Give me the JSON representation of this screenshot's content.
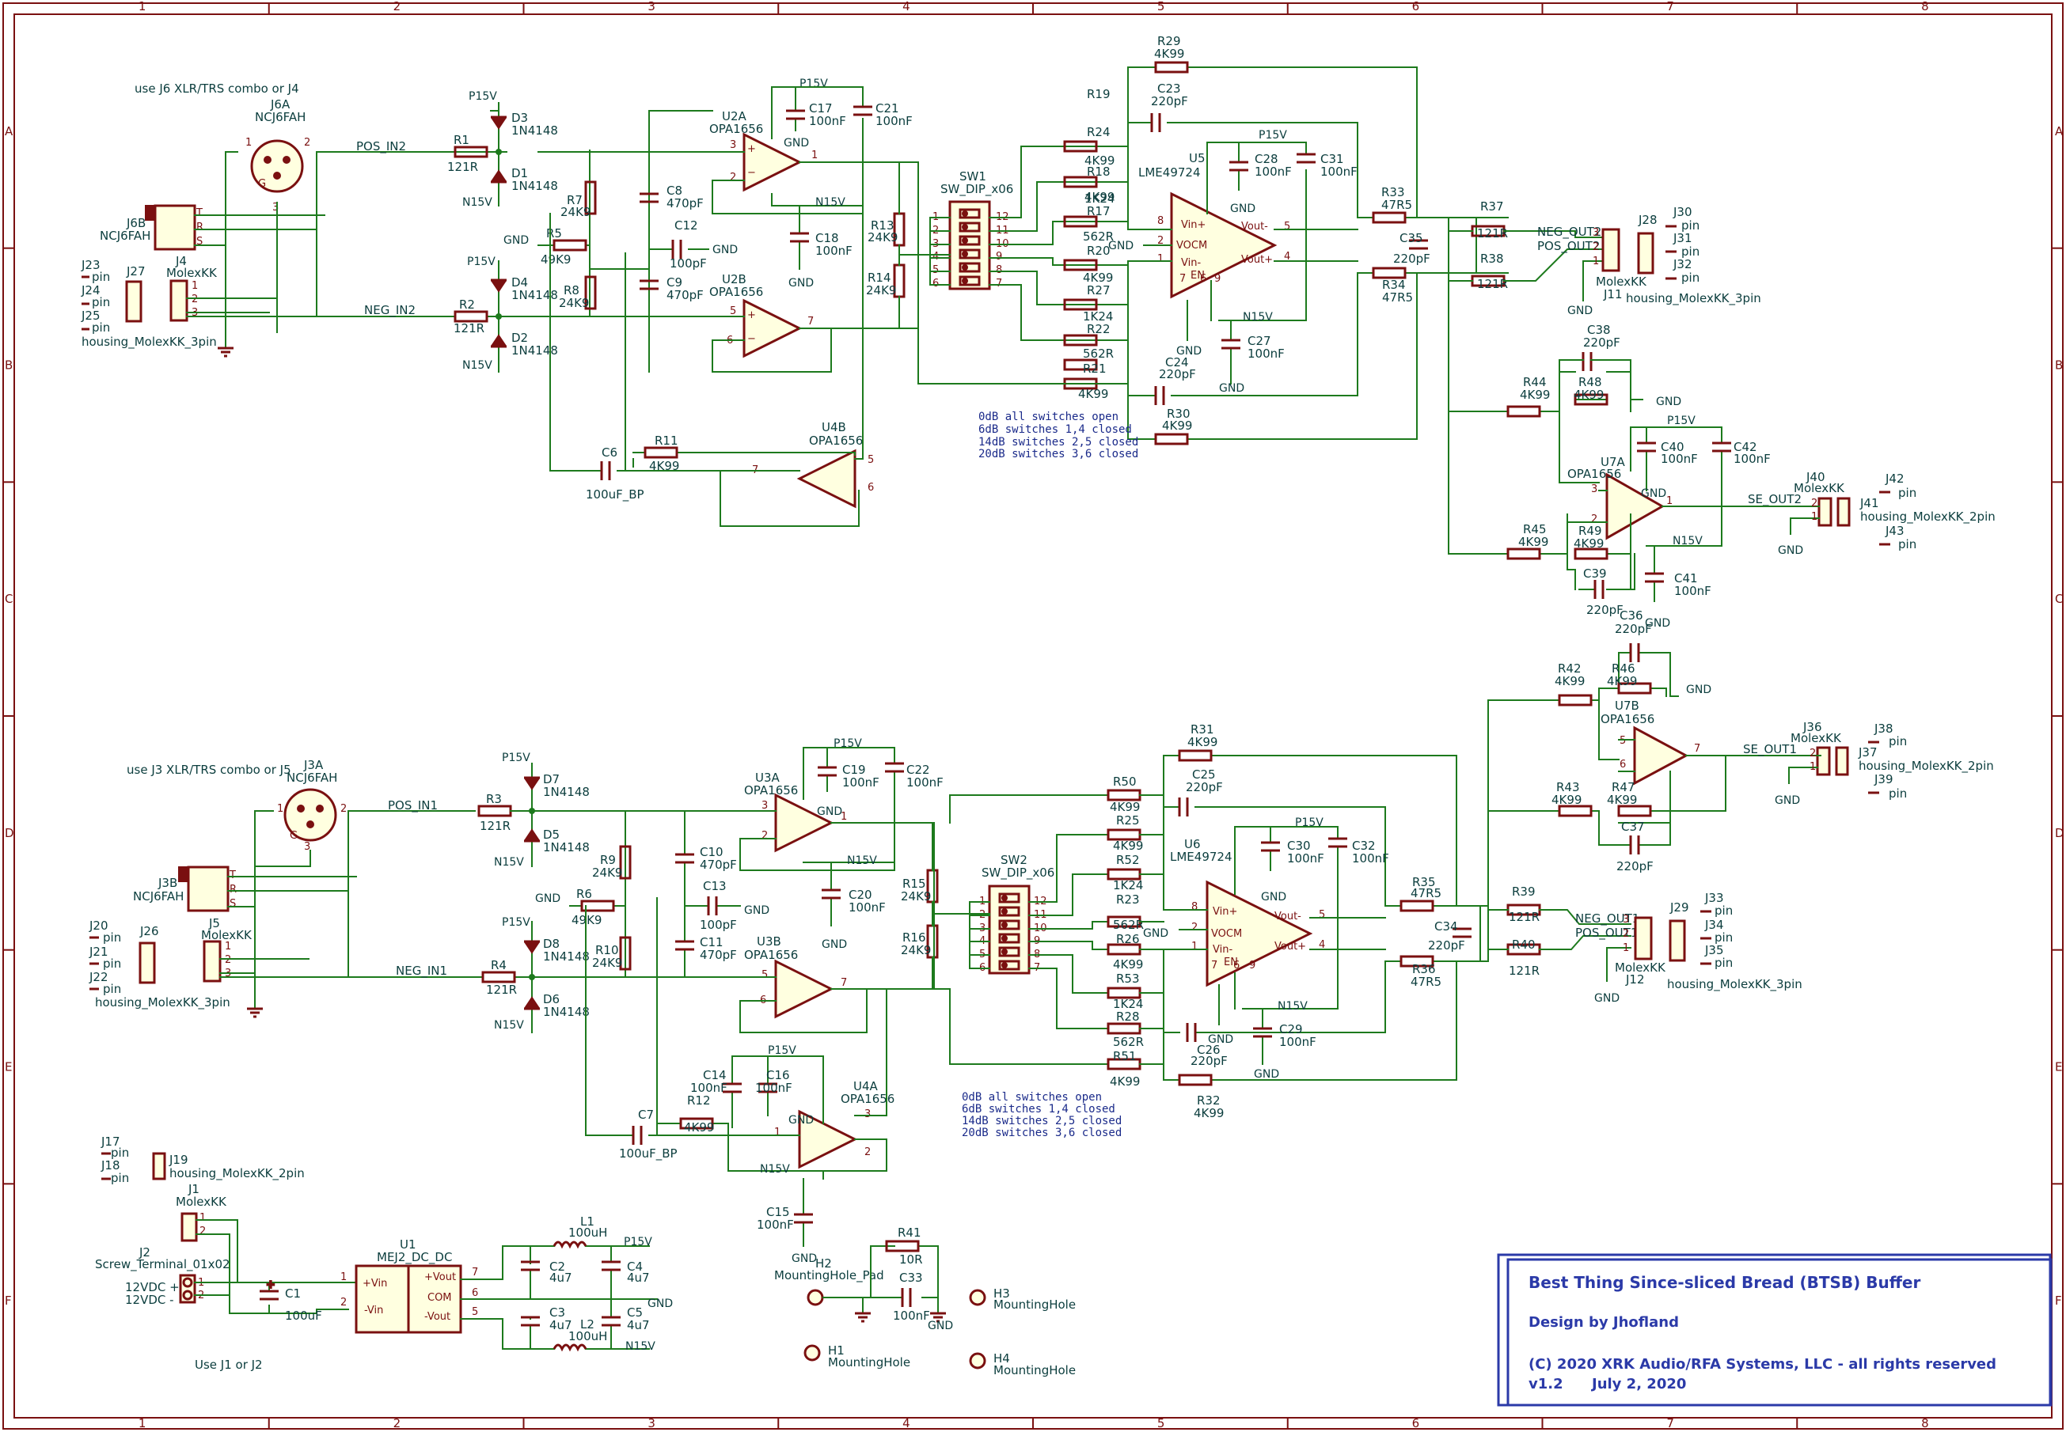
{
  "frame": {
    "col_labels": [
      "1",
      "2",
      "3",
      "4",
      "5",
      "6",
      "7",
      "8"
    ],
    "row_labels": [
      "A",
      "B",
      "C",
      "D",
      "E",
      "F"
    ]
  },
  "title_block": {
    "title": "Best Thing Since-sliced Bread (BTSB) Buffer",
    "design": "Design by Jhofland",
    "copyright": "(C) 2020 XRK Audio/RFA Systems, LLC - all rights reserved",
    "version": "v1.2",
    "date": "July 2, 2020"
  },
  "notes": {
    "ch_top": "use J6 XLR/TRS combo or J4",
    "ch_bottom": "use J3 XLR/TRS combo or J5",
    "power": "Use J1 or J2",
    "gain_table_top": [
      "0dB    all switches open",
      "6dB    switches 1,4 closed",
      "14dB  switches 2,5 closed",
      "20dB  switches 3,6 closed"
    ],
    "gain_table_bottom": [
      "0dB    all switches open",
      "6dB    switches 1,4 closed",
      "14dB  switches 2,5 closed",
      "20dB  switches 3,6 closed"
    ]
  },
  "nets": {
    "pos_in2": "POS_IN2",
    "neg_in2": "NEG_IN2",
    "pos_in1": "POS_IN1",
    "neg_in1": "NEG_IN1",
    "neg_out2": "NEG_OUT2",
    "pos_out2": "POS_OUT2",
    "neg_out1": "NEG_OUT1",
    "pos_out1": "POS_OUT1",
    "se_out2": "SE_OUT2",
    "se_out1": "SE_OUT1",
    "p15": "P15V",
    "n15": "N15V",
    "gnd": "GND",
    "vin_pos": "12VDC +",
    "vin_neg": "12VDC -"
  },
  "parts": {
    "J6A": [
      "J6A",
      "NCJ6FAH"
    ],
    "J6B": [
      "J6B",
      "NCJ6FAH"
    ],
    "J4": [
      "J4",
      "MolexKK"
    ],
    "J3A": [
      "J3A",
      "NCJ6FAH"
    ],
    "J3B": [
      "J3B",
      "NCJ6FAH"
    ],
    "J5": [
      "J5",
      "MolexKK"
    ],
    "J27": [
      "J27",
      "housing_MolexKK_3pin"
    ],
    "J26": [
      "J26",
      "housing_MolexKK_3pin"
    ],
    "J23": [
      "J23",
      "pin"
    ],
    "J24": [
      "J24",
      "pin"
    ],
    "J25": [
      "J25",
      "pin"
    ],
    "J20": [
      "J20",
      "pin"
    ],
    "J21": [
      "J21",
      "pin"
    ],
    "J22": [
      "J22",
      "pin"
    ],
    "R1": [
      "R1",
      "121R"
    ],
    "R2": [
      "R2",
      "121R"
    ],
    "R3": [
      "R3",
      "121R"
    ],
    "R4": [
      "R4",
      "121R"
    ],
    "R5": [
      "R5",
      "49K9"
    ],
    "R6": [
      "R6",
      "49K9"
    ],
    "R7": [
      "R7",
      "24K9"
    ],
    "R8": [
      "R8",
      "24K9"
    ],
    "R9": [
      "R9",
      "24K9"
    ],
    "R10": [
      "R10",
      "24K9"
    ],
    "R11": [
      "R11",
      "4K99"
    ],
    "R12": [
      "R12",
      "4K99"
    ],
    "R13": [
      "R13",
      "24K9"
    ],
    "R14": [
      "R14",
      "24K9"
    ],
    "R15": [
      "R15",
      "24K9"
    ],
    "R16": [
      "R16",
      "24K9"
    ],
    "R17": [
      "R17",
      "562R"
    ],
    "R18": [
      "R18",
      "1K24"
    ],
    "R19": [
      "R19",
      "4K99"
    ],
    "R20": [
      "R20",
      "4K99"
    ],
    "R21": [
      "R21",
      "4K99"
    ],
    "R22": [
      "R22",
      "562R"
    ],
    "R23": [
      "R23",
      "562R"
    ],
    "R24": [
      "R24",
      "4K99"
    ],
    "R25": [
      "R25",
      "4K99"
    ],
    "R26": [
      "R26",
      "4K99"
    ],
    "R27": [
      "R27",
      "1K24"
    ],
    "R28": [
      "R28",
      "562R"
    ],
    "R29": [
      "R29",
      "4K99"
    ],
    "R30": [
      "R30",
      "4K99"
    ],
    "R31": [
      "R31",
      "4K99"
    ],
    "R32": [
      "R32",
      "4K99"
    ],
    "R33": [
      "R33",
      "47R5"
    ],
    "R34": [
      "R34",
      "47R5"
    ],
    "R35": [
      "R35",
      "47R5"
    ],
    "R36": [
      "R36",
      "47R5"
    ],
    "R37": [
      "R37",
      "121R"
    ],
    "R38": [
      "R38",
      "121R"
    ],
    "R39": [
      "R39",
      "121R"
    ],
    "R40": [
      "R40",
      "121R"
    ],
    "R41": [
      "R41",
      "10R"
    ],
    "R42": [
      "R42",
      "4K99"
    ],
    "R43": [
      "R43",
      "4K99"
    ],
    "R44": [
      "R44",
      "4K99"
    ],
    "R45": [
      "R45",
      "4K99"
    ],
    "R46": [
      "R46",
      "4K99"
    ],
    "R47": [
      "R47",
      "4K99"
    ],
    "R48": [
      "R48",
      "4K99"
    ],
    "R49": [
      "R49",
      "4K99"
    ],
    "R50": [
      "R50",
      "4K99"
    ],
    "R51": [
      "R51",
      "4K99"
    ],
    "R52": [
      "R52",
      "1K24"
    ],
    "R53": [
      "R53",
      "1K24"
    ],
    "C1": [
      "C1",
      "100uF"
    ],
    "C2": [
      "C2",
      "4u7"
    ],
    "C3": [
      "C3",
      "4u7"
    ],
    "C4": [
      "C4",
      "4u7"
    ],
    "C5": [
      "C5",
      "4u7"
    ],
    "C6": [
      "C6",
      "100uF_BP"
    ],
    "C7": [
      "C7",
      "100uF_BP"
    ],
    "C8": [
      "C8",
      "470pF"
    ],
    "C9": [
      "C9",
      "470pF"
    ],
    "C10": [
      "C10",
      "470pF"
    ],
    "C11": [
      "C11",
      "470pF"
    ],
    "C12": [
      "C12",
      "100pF"
    ],
    "C13": [
      "C13",
      "100pF"
    ],
    "C14": [
      "C14",
      "100nF"
    ],
    "C15": [
      "C15",
      "100nF"
    ],
    "C16": [
      "C16",
      "100nF"
    ],
    "C17": [
      "C17",
      "100nF"
    ],
    "C18": [
      "C18",
      "100nF"
    ],
    "C19": [
      "C19",
      "100nF"
    ],
    "C20": [
      "C20",
      "100nF"
    ],
    "C21": [
      "C21",
      "100nF"
    ],
    "C22": [
      "C22",
      "100nF"
    ],
    "C23": [
      "C23",
      "220pF"
    ],
    "C24": [
      "C24",
      "220pF"
    ],
    "C25": [
      "C25",
      "220pF"
    ],
    "C26": [
      "C26",
      "220pF"
    ],
    "C27": [
      "C27",
      "100nF"
    ],
    "C28": [
      "C28",
      "100nF"
    ],
    "C29": [
      "C29",
      "100nF"
    ],
    "C30": [
      "C30",
      "100nF"
    ],
    "C31": [
      "C31",
      "100nF"
    ],
    "C32": [
      "C32",
      "100nF"
    ],
    "C33": [
      "C33",
      "100nF"
    ],
    "C34": [
      "C34",
      "220pF"
    ],
    "C35": [
      "C35",
      "220pF"
    ],
    "C36": [
      "C36",
      "220pF"
    ],
    "C37": [
      "C37",
      "220pF"
    ],
    "C38": [
      "C38",
      "220pF"
    ],
    "C39": [
      "C39",
      "220pF"
    ],
    "C40": [
      "C40",
      "100nF"
    ],
    "C41": [
      "C41",
      "100nF"
    ],
    "C42": [
      "C42",
      "100nF"
    ],
    "D1": [
      "D1",
      "1N4148"
    ],
    "D2": [
      "D2",
      "1N4148"
    ],
    "D3": [
      "D3",
      "1N4148"
    ],
    "D4": [
      "D4",
      "1N4148"
    ],
    "D5": [
      "D5",
      "1N4148"
    ],
    "D6": [
      "D6",
      "1N4148"
    ],
    "D7": [
      "D7",
      "1N4148"
    ],
    "D8": [
      "D8",
      "1N4148"
    ],
    "U2A": [
      "U2A",
      "OPA1656"
    ],
    "U2B": [
      "U2B",
      "OPA1656"
    ],
    "U3A": [
      "U3A",
      "OPA1656"
    ],
    "U3B": [
      "U3B",
      "OPA1656"
    ],
    "U4A": [
      "U4A",
      "OPA1656"
    ],
    "U4B": [
      "U4B",
      "OPA1656"
    ],
    "U7A": [
      "U7A",
      "OPA1656"
    ],
    "U7B": [
      "U7B",
      "OPA1656"
    ],
    "U5": [
      "U5",
      "LME49724"
    ],
    "U6": [
      "U6",
      "LME49724"
    ],
    "U1": [
      "U1",
      "MEJ2_DC_DC"
    ],
    "SW1": [
      "SW1",
      "SW_DIP_x06"
    ],
    "SW2": [
      "SW2",
      "SW_DIP_x06"
    ],
    "J11": [
      "J11",
      "MolexKK"
    ],
    "J12": [
      "J12",
      "MolexKK"
    ],
    "J28": [
      "J28",
      "housing_MolexKK_3pin"
    ],
    "J29": [
      "J29",
      "housing_MolexKK_3pin"
    ],
    "J30": [
      "J30",
      "pin"
    ],
    "J31": [
      "J31",
      "pin"
    ],
    "J32": [
      "J32",
      "pin"
    ],
    "J33": [
      "J33",
      "pin"
    ],
    "J34": [
      "J34",
      "pin"
    ],
    "J35": [
      "J35",
      "pin"
    ],
    "J40": [
      "J40",
      "MolexKK"
    ],
    "J41": [
      "J41",
      "housing_MolexKK_2pin"
    ],
    "J42": [
      "J42",
      "pin"
    ],
    "J43": [
      "J43",
      "pin"
    ],
    "J36": [
      "J36",
      "MolexKK"
    ],
    "J37": [
      "J37",
      "housing_MolexKK_2pin"
    ],
    "J38": [
      "J38",
      "pin"
    ],
    "J39": [
      "J39",
      "pin"
    ],
    "J1": [
      "J1",
      "MolexKK"
    ],
    "J2": [
      "J2",
      "Screw_Terminal_01x02"
    ],
    "J17": [
      "J17",
      "pin"
    ],
    "J18": [
      "J18",
      "pin"
    ],
    "J19": [
      "J19",
      "housing_MolexKK_2pin"
    ],
    "H1": [
      "H1",
      "MountingHole"
    ],
    "H2": [
      "H2",
      "MountingHole_Pad"
    ],
    "H3": [
      "H3",
      "MountingHole"
    ],
    "H4": [
      "H4",
      "MountingHole"
    ],
    "L1": [
      "L1",
      "100uH"
    ],
    "L2": [
      "L2",
      "100uH"
    ]
  },
  "u1_pins": [
    "+Vin",
    "-Vin",
    "+Vout",
    "COM",
    "-Vout"
  ],
  "u5_pins": [
    "Vin+",
    "VOCM",
    "Vin-",
    "Vout-",
    "Vout+",
    "EN"
  ],
  "colors": {
    "wire": "#1d7a1d",
    "component": "#7a1010",
    "fill": "#ffffe0",
    "title": "#2b3aa8"
  }
}
